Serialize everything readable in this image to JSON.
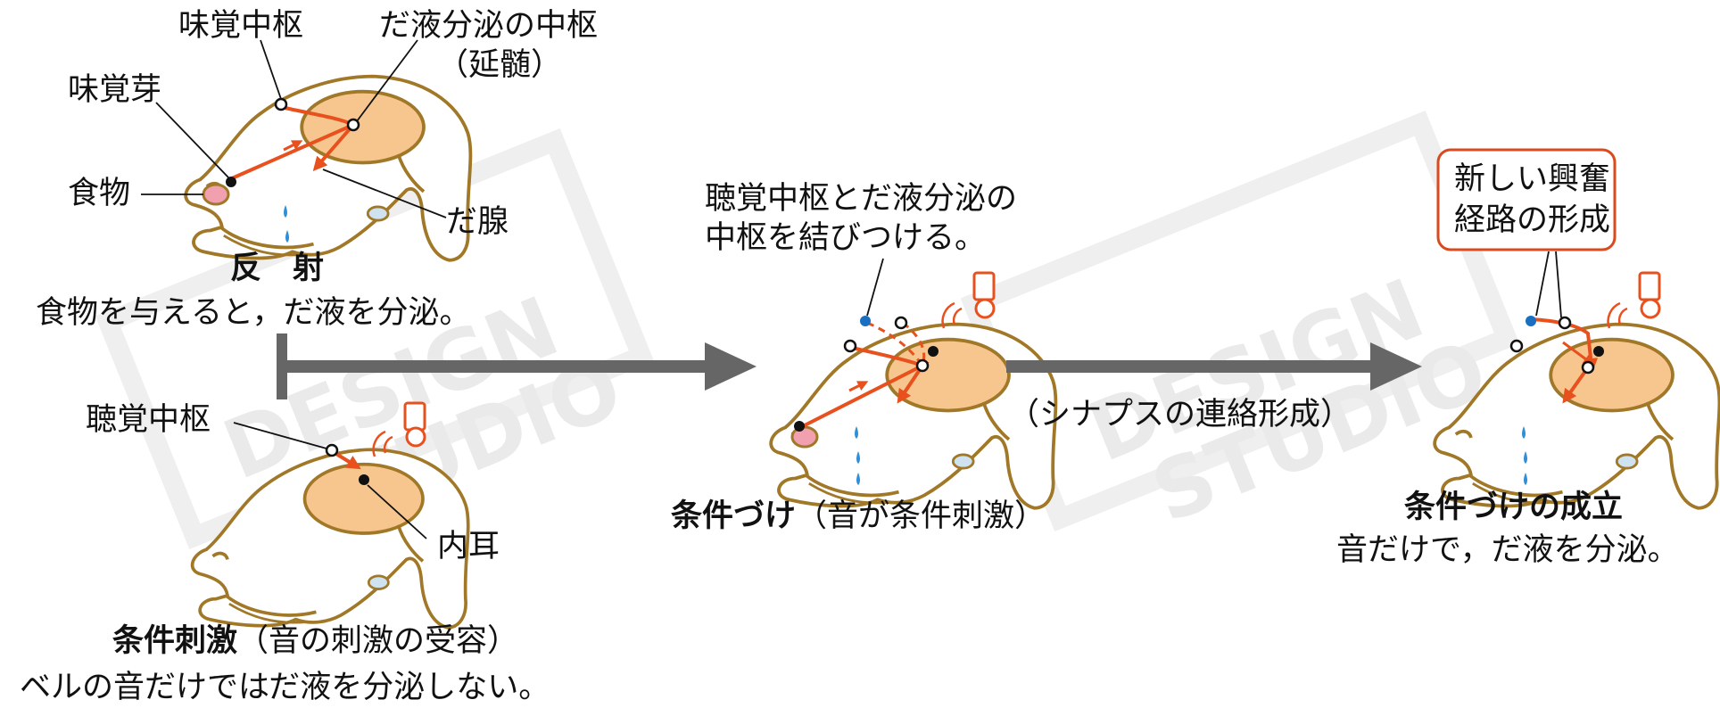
{
  "watermark": {
    "line1": "DESIGN",
    "line2": "STUDIO"
  },
  "panel_reflex": {
    "lbl_taste_center": "味覚中枢",
    "lbl_saliva_center": "だ液分泌の中枢",
    "lbl_medulla": "（延髄）",
    "lbl_taste_bud": "味覚芽",
    "lbl_food": "食物",
    "lbl_gland": "だ腺",
    "title": "反　射",
    "caption": "食物を与えると，だ液を分泌。"
  },
  "panel_stimulus": {
    "lbl_auditory_center": "聴覚中枢",
    "lbl_inner_ear": "内耳",
    "title_bold": "条件刺激",
    "title_rest": "（音の刺激の受容）",
    "caption": "ベルの音だけではだ液を分泌しない。"
  },
  "panel_conditioning": {
    "note_line1": "聴覚中枢とだ液分泌の",
    "note_line2": "中枢を結びつける。",
    "title_bold": "条件づけ",
    "title_rest": "（音が条件刺激）"
  },
  "arrow_mid_label": "（シナプスの連絡形成）",
  "panel_established": {
    "callout_line1": "新しい興奮",
    "callout_line2": "経路の形成",
    "title": "条件づけの成立",
    "caption": "音だけで，だ液を分泌。"
  },
  "colors": {
    "outline": "#a07828",
    "brain": "#f6c68e",
    "nerve": "#e8501e",
    "food": "#f0a0ae",
    "gland": "#cfe2f0",
    "saliva": "#2f8ed6",
    "arrow": "#666666",
    "callout_border": "#d94a1e"
  },
  "icons": [
    "bell-icon",
    "sound-wave-icon"
  ]
}
